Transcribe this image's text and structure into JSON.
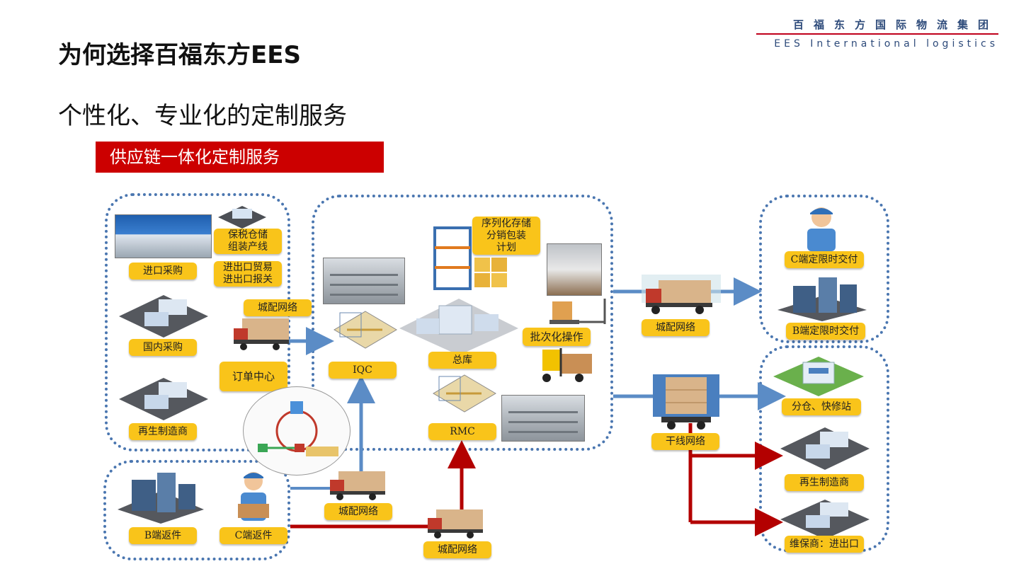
{
  "header": {
    "brand_cn": "百福东方国际物流集团",
    "brand_en": "EES International logistics",
    "title": "为何选择百福东方EES",
    "subtitle": "个性化、专业化的定制服务",
    "banner": "供应链一体化定制服务"
  },
  "left_region": {
    "import_purchase": "进口采购",
    "bonded_line1": "保税仓储",
    "bonded_line2": "组装产线",
    "trade_line1": "进出口贸易",
    "trade_line2": "进出口报关",
    "domestic": "国内采购",
    "reman": "再生制造商",
    "order_center": "订单中心"
  },
  "center_region": {
    "seq_line1": "序列化存储",
    "seq_line2": "分销包装",
    "seq_line3": "计划",
    "batch": "批次化操作",
    "iqc": "IQC",
    "main_wh": "总库",
    "rmc": "RMC"
  },
  "bottom_left": {
    "b_return": "B端返件",
    "c_return": "C端返件"
  },
  "networks": {
    "city_top_left": "城配网络",
    "city_mid_bottom": "城配网络",
    "city_bottom": "城配网络",
    "city_right": "城配网络",
    "trunk": "干线网络"
  },
  "right_top": {
    "c_delivery": "C端定限时交付",
    "b_delivery": "B端定限时交付"
  },
  "right_bottom": {
    "branch": "分仓、快修站",
    "reman": "再生制造商",
    "maint": "维保商：进出口"
  },
  "colors": {
    "accent_red": "#cc0000",
    "label_yellow": "#f9c41a",
    "region_blue": "#4a76b0",
    "arrow_blue": "#5b8cc6",
    "arrow_red": "#b30000",
    "brand_navy": "#2d4a7a"
  }
}
